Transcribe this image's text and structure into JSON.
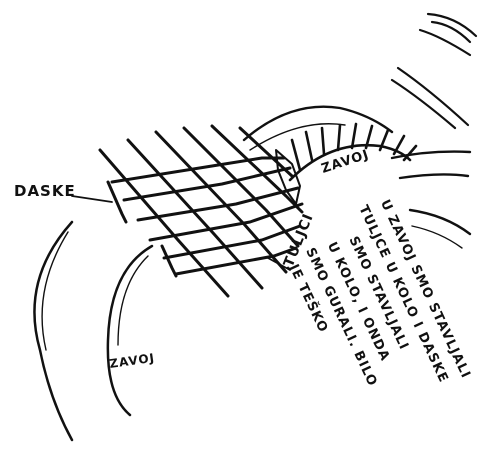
{
  "labels": {
    "daske": "DASKE",
    "zavoj_top": "ZAVOJ",
    "tuljci": "TULJCI",
    "zavoj_bottom": "ZAVOJ"
  },
  "handwritten_note": [
    "U ZAVOJ SMO STAVLJALI",
    "TULJCE U KOLO I DASKE",
    "SMO STAVLJALI",
    "U KOLO, I ONDA",
    "SMO GURALI. BILO",
    "JE TEŠKO"
  ],
  "colors": {
    "ink": "#111111",
    "paper": "#ffffff"
  }
}
